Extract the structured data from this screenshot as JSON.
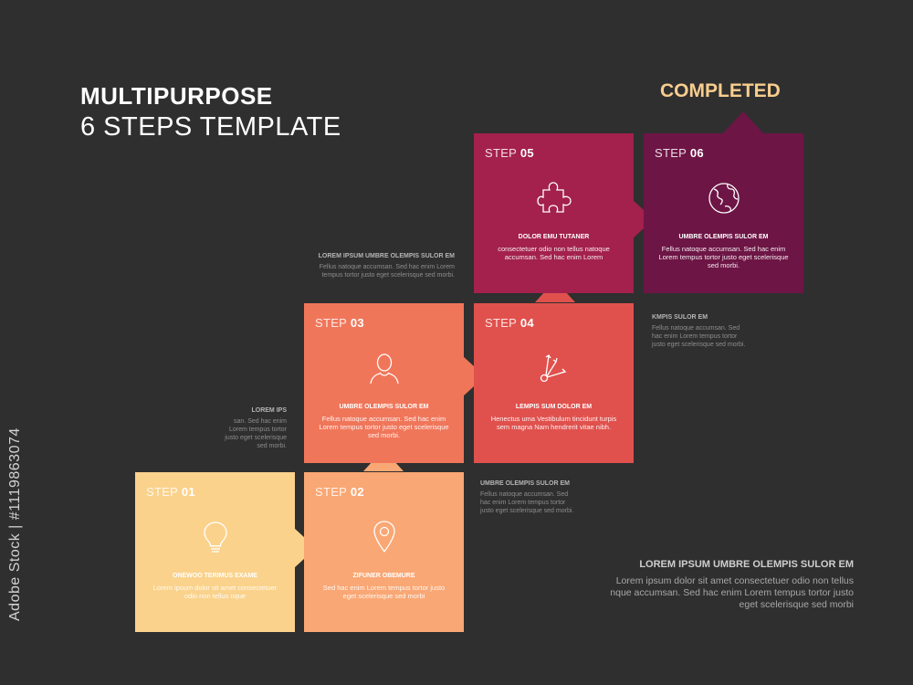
{
  "title": {
    "line1": "MULTIPURPOSE",
    "line2": "6 STEPS TEMPLATE"
  },
  "completed_label": "COMPLETED",
  "steps": [
    {
      "prefix": "STEP",
      "num": "01",
      "heading": "ONEWOO TERIMUS EXAME",
      "body": "Lorem ipsum dolor sit amet consectetuer odio non tellus nque",
      "icon": "lightbulb-icon",
      "color": "#fad28c"
    },
    {
      "prefix": "STEP",
      "num": "02",
      "heading": "ZIFUNER OBEMURE",
      "body": "Sed hac enim Lorem tempus tortor justo eget scelerisque sed morbi",
      "icon": "location-pin-icon",
      "color": "#f9a774"
    },
    {
      "prefix": "STEP",
      "num": "03",
      "heading": "UMBRE OLEMPIS SULOR EM",
      "body": "Fellus natoque accumsan. Sed hac enim Lorem tempus tortor justo eget scelerisque sed morbi.",
      "icon": "person-icon",
      "color": "#f0765a"
    },
    {
      "prefix": "STEP",
      "num": "04",
      "heading": "LEMPIS SUM DOLOR EM",
      "body": "Henectus uma Vestibulum tincidunt turpis sem magna Nam hendrerit vitae nibh.",
      "icon": "split-arrows-icon",
      "color": "#e0514d"
    },
    {
      "prefix": "STEP",
      "num": "05",
      "heading": "DOLOR EMU TUTANER",
      "body": "consectetuer odio non tellus natoque accumsan. Sed hac enim Lorem",
      "icon": "puzzle-icon",
      "color": "#a3214c"
    },
    {
      "prefix": "STEP",
      "num": "06",
      "heading": "UMBRE OLEMPIS SULOR EM",
      "body": "Fellus natoque accumsan. Sed hac enim Lorem tempus tortor justo eget scelerisque sed morbi.",
      "icon": "globe-icon",
      "color": "#6d1545"
    }
  ],
  "side_notes": [
    {
      "heading": "LOREM IPSUM UMBRE OLEMPIS SULOR EM",
      "body": "Fellus natoque accumsan. Sed hac enim Lorem tempus tortor justo eget scelerisque sed morbi."
    },
    {
      "heading": "KMPIS SULOR EM",
      "body": "Fellus natoque accumsan. Sed hac enim Lorem tempus tortor justo eget scelerisque sed morbi."
    },
    {
      "heading": "LOREM IPS",
      "body": "san. Sed hac enim Lorem tempus tortor justo eget scelerisque sed morbi."
    },
    {
      "heading": "UMBRE OLEMPIS SULOR EM",
      "body": "Fellus natoque accumsan. Sed hac enim Lorem tempus tortor justo eget scelerisque sed morbi."
    }
  ],
  "bottom_note": {
    "heading": "LOREM IPSUM UMBRE OLEMPIS SULOR EM",
    "body": "Lorem ipsum dolor sit amet consectetuer odio non tellus nque accumsan. Sed hac enim Lorem tempus tortor justo eget scelerisque sed morbi"
  },
  "watermark": "Adobe Stock | #1119863074"
}
